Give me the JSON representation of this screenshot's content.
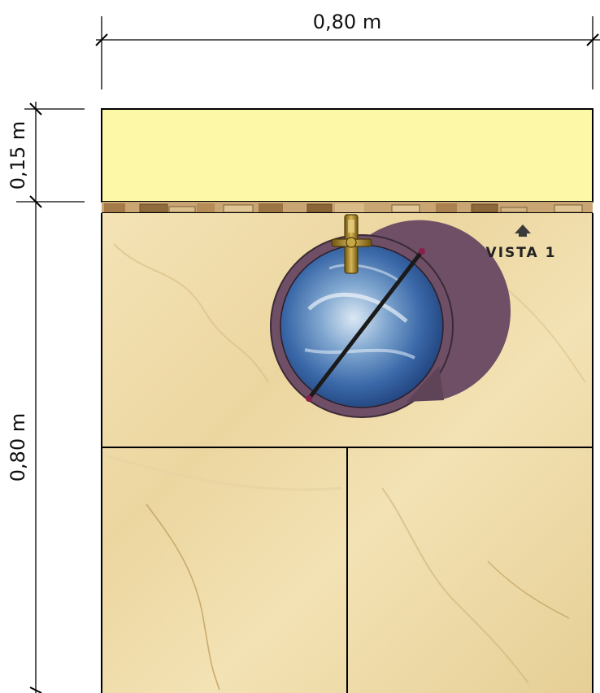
{
  "dimensions": {
    "top_width": "0,80 m",
    "backsplash_height": "0,15 m",
    "counter_depth": "0,80 m"
  },
  "annotations": {
    "view_label": "VISTA 1"
  },
  "icons": {
    "view_marker": "arrow-up-icon",
    "faucet": "faucet-icon",
    "basin": "round-sink-basin-icon"
  },
  "colors": {
    "backsplash": "#fdf8a8",
    "tile_strip": "#c9a574",
    "marble": "#efdcaa",
    "basin_rim": "#6e4f66",
    "basin_water": "#3f78b8",
    "faucet": "#a8862b"
  }
}
